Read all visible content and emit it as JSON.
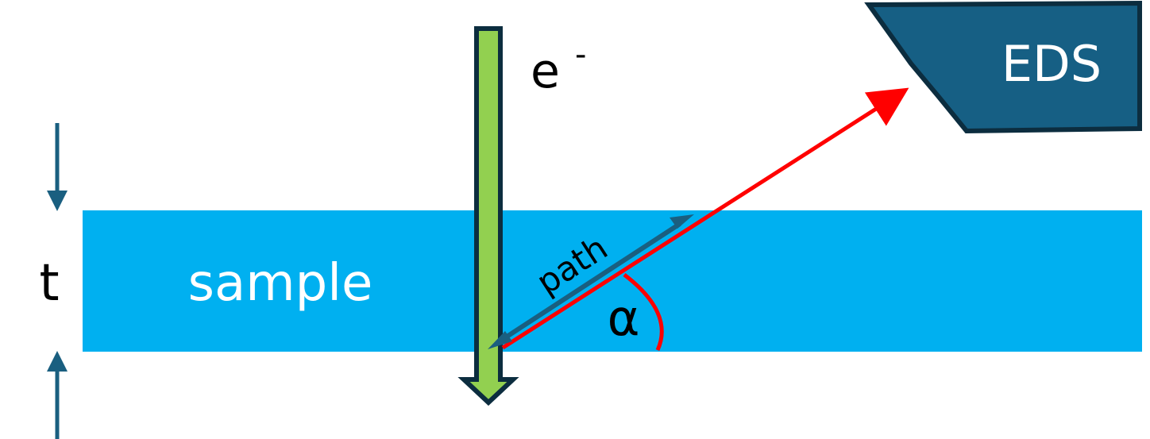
{
  "labels": {
    "sample": "sample",
    "thickness": "t",
    "electron": "e",
    "electron_charge": "-",
    "detector": "EDS",
    "path": "path",
    "angle": "α"
  },
  "colors": {
    "sample_fill": "#00b0f0",
    "beam_fill": "#92d050",
    "beam_outline": "#0c2d3f",
    "detector_fill": "#165f84",
    "detector_outline": "#0c2d3f",
    "xray": "#ff0000",
    "path_arrow": "#1a5f80",
    "thickness_arrow": "#1a5f80",
    "text_dark": "#000000",
    "text_light": "#ffffff"
  },
  "icons": {
    "electron_beam": "down-arrow-icon",
    "xray": "diagonal-arrow-icon",
    "path": "double-headed-arrow-icon",
    "thickness": "dimension-arrows-icon"
  }
}
